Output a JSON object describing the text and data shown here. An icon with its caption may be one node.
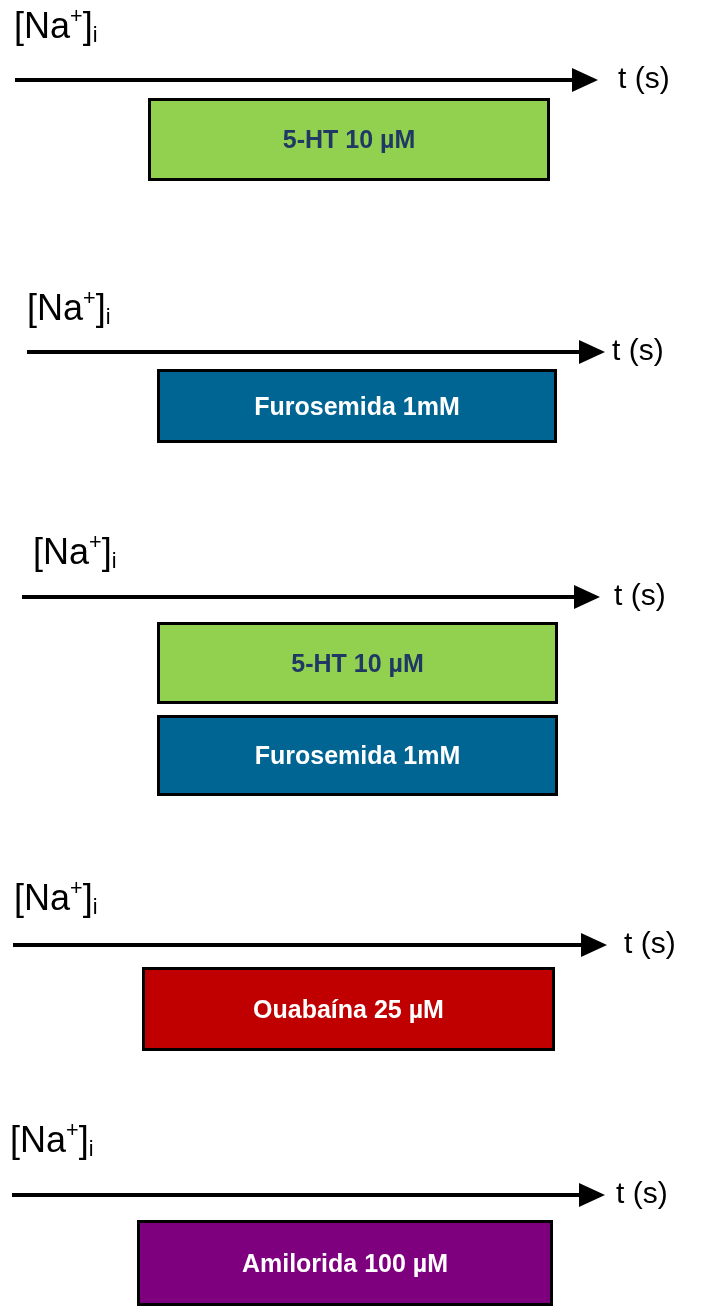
{
  "diagram": {
    "nodes": [
      {
        "text": [
          "5-HT 10 µM"
        ]
      },
      {
        "text": [
          "Furosemida 1mM"
        ]
      },
      {
        "text": [
          "5-HT 10 µM"
        ]
      },
      {
        "text": [
          "Furosemida 1mM"
        ]
      },
      {
        "text": [
          "Ouabaína 25 µM"
        ]
      },
      {
        "text": [
          "Amilorida 100 µM"
        ]
      }
    ],
    "edges": [],
    "labels": [
      "[Na$^{+}$]$_{i}$",
      "t (s)",
      "[Na$^{+}$]$_{i}$",
      "t (s)",
      "[Na$^{+}$]$_{i}$",
      "t (s)",
      "[Na$^{+}$]$_{i}$",
      "t (s)",
      "[Na$^{+}$]$_{i}$",
      "t (s)"
    ]
  }
}
